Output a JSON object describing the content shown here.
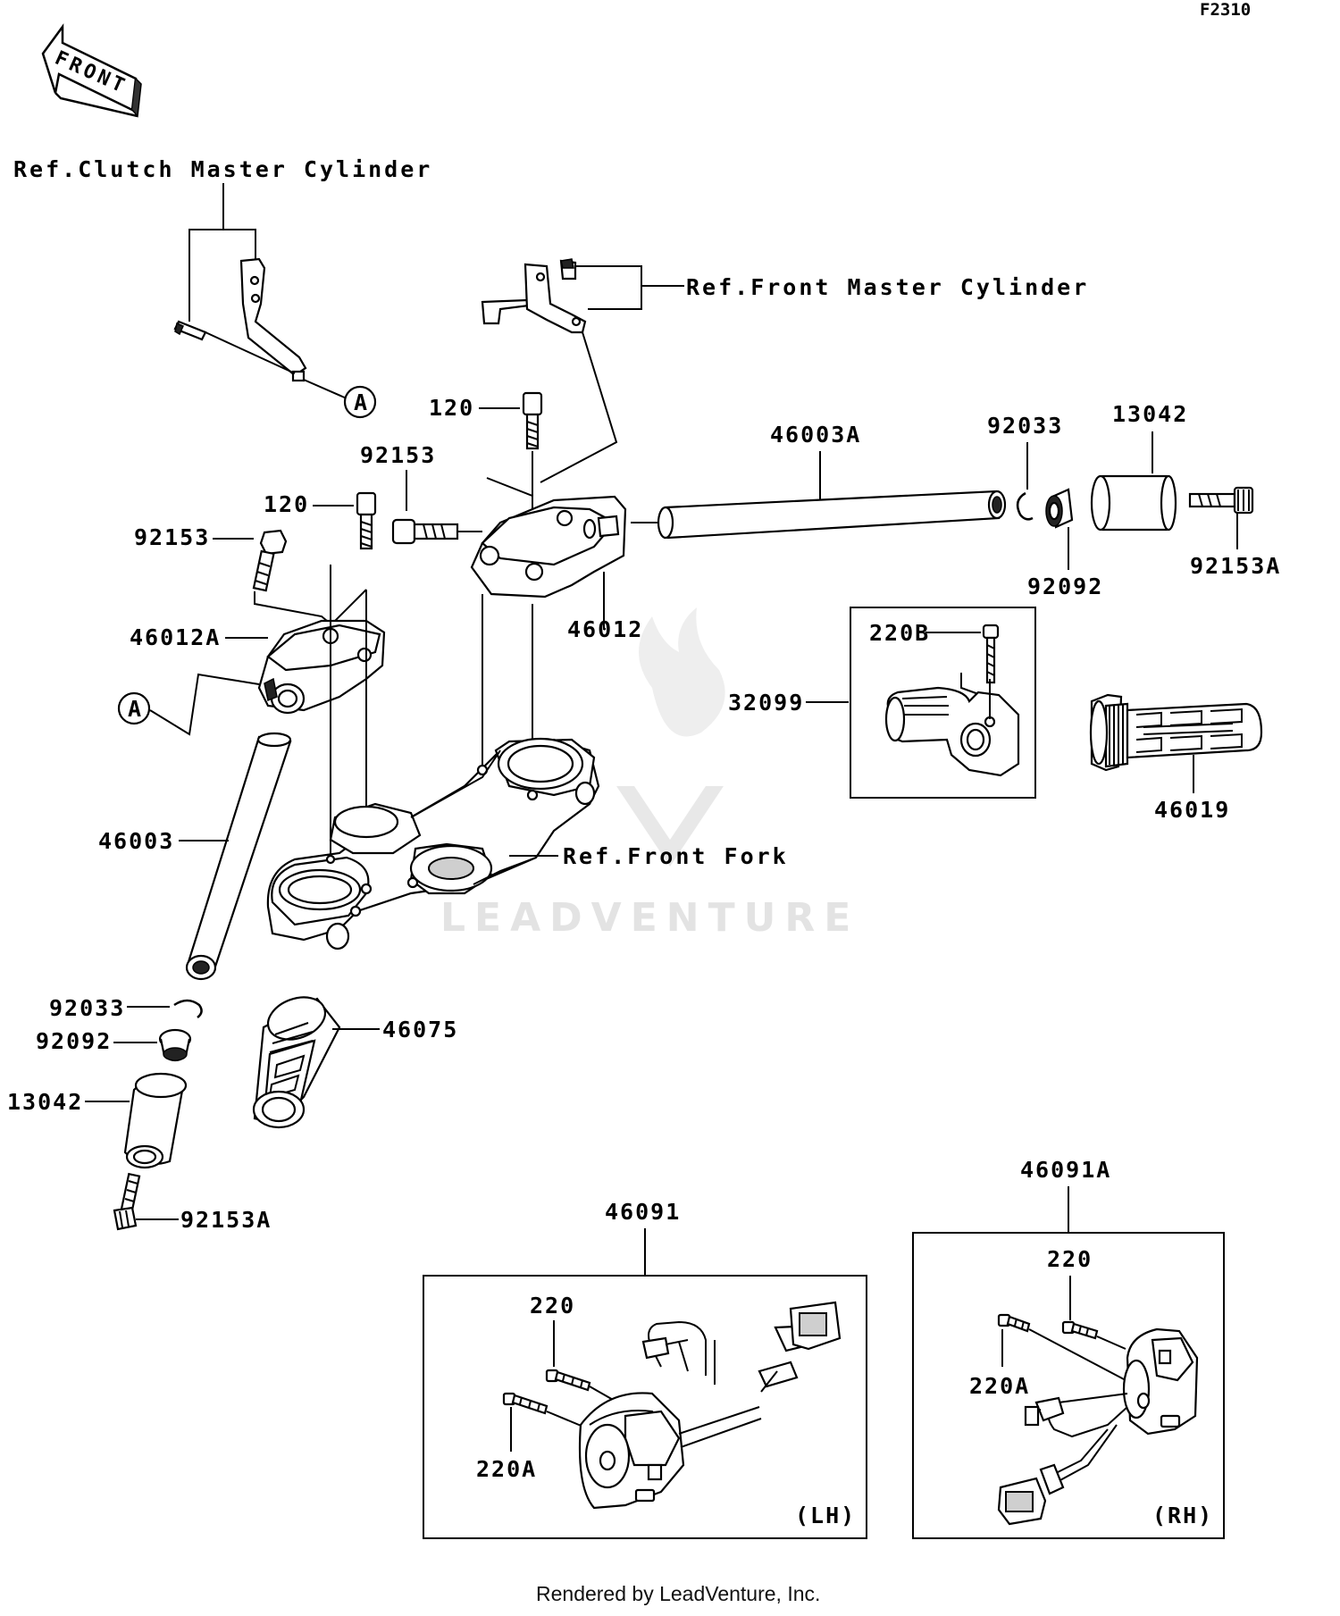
{
  "figure_code": "F2310",
  "direction_label": "FRONT",
  "references": {
    "clutch_master_cylinder": "Ref.Clutch Master Cylinder",
    "front_master_cylinder": "Ref.Front Master Cylinder",
    "front_fork": "Ref.Front Fork"
  },
  "connector_label": "A",
  "watermark": "LEADVENTURE",
  "footer": "Rendered by LeadVenture, Inc.",
  "parts": {
    "p120_upper": "120",
    "p120_lower": "120",
    "p92153_upper": "92153",
    "p92153_lower": "92153",
    "p46003A": "46003A",
    "p92033_right": "92033",
    "p13042_right": "13042",
    "p92092_right": "92092",
    "p92153A_right": "92153A",
    "p46012": "46012",
    "p46012A": "46012A",
    "p220B": "220B",
    "p32099": "32099",
    "p46019": "46019",
    "p46003": "46003",
    "p92033_left": "92033",
    "p92092_left": "92092",
    "p13042_left": "13042",
    "p92153A_left": "92153A",
    "p46075": "46075",
    "p46091": "46091",
    "p46091A": "46091A",
    "p220_lh": "220",
    "p220A_lh": "220A",
    "p220_rh": "220",
    "p220A_rh": "220A"
  },
  "switch_sides": {
    "left": "(LH)",
    "right": "(RH)"
  }
}
